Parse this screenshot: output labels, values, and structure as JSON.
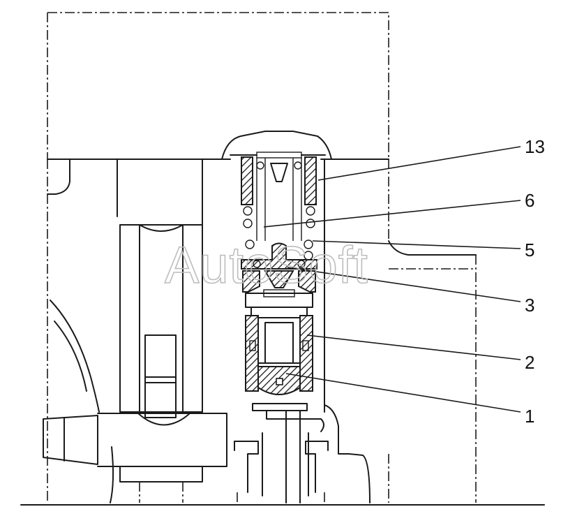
{
  "callouts": [
    {
      "id": "13",
      "label": "13"
    },
    {
      "id": "6",
      "label": "6"
    },
    {
      "id": "5",
      "label": "5"
    },
    {
      "id": "3",
      "label": "3"
    },
    {
      "id": "2",
      "label": "2"
    },
    {
      "id": "1",
      "label": "1"
    }
  ],
  "watermark": "AutoSoft",
  "colors": {
    "line": "#1a1a1a",
    "background": "#ffffff",
    "watermark": "#bdbdbd"
  }
}
